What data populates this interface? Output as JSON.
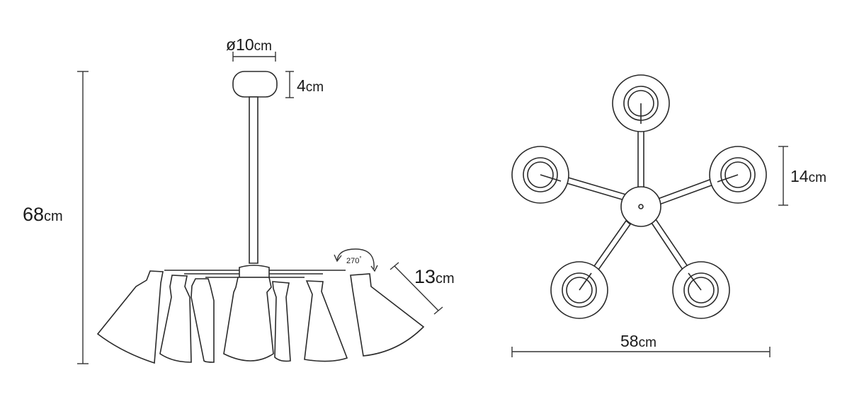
{
  "side_view": {
    "canopy_diameter": {
      "number": "ø10",
      "unit": "cm"
    },
    "canopy_height": {
      "number": "4",
      "unit": "cm"
    },
    "total_height": {
      "number": "68",
      "unit": "cm"
    },
    "rotation": {
      "number": "270",
      "unit": "°"
    },
    "shade_length": {
      "number": "13",
      "unit": "cm"
    }
  },
  "top_view": {
    "shade_diameter": {
      "number": "14",
      "unit": "cm"
    },
    "total_width": {
      "number": "58",
      "unit": "cm"
    }
  },
  "colors": {
    "line": "#2a2a2a",
    "text": "#1a1a1a",
    "background": "#ffffff"
  }
}
